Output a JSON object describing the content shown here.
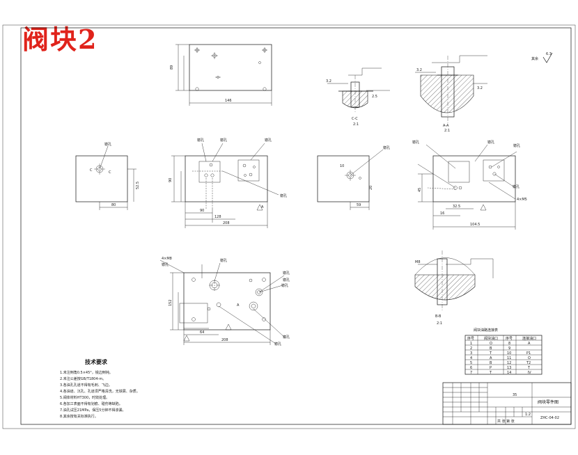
{
  "drawing": {
    "stamp_title": "阀块2",
    "roughness_note": "其余",
    "roughness_value": "6.3",
    "section_labels": {
      "c": "C-C",
      "c_scale": "2:1",
      "a": "A-A",
      "a_scale": "2:1",
      "b": "B-B",
      "b_scale": "2:1"
    },
    "dimensions": {
      "top_width": "146",
      "top_height": "89",
      "front_width": "208",
      "front_depth": "128",
      "front_sub": "90",
      "left_width": "80",
      "left_height": "52.5",
      "mid_width": "59",
      "right_width": "104.5",
      "bottom_width": "208",
      "bottom_sub": "64",
      "bottom_height": "152"
    },
    "tech_requirements": {
      "title": "技术要求",
      "items": [
        "1.未注倒角0.5×45°，锐边倒钝。",
        "2.未注公差按GB/T1804-m。",
        "3.各油孔孔道不得有毛刺、飞边。",
        "4.各油道、沉孔、孔道须严格清洗，无铁屑、杂质。",
        "5.阀体材料HT300，时效处理。",
        "6.各加工表面不得有划痕、碰伤等缺陷。",
        "7.油孔试压21MPa，保压5分钟不得渗漏。",
        "8.其余按有关标准执行。"
      ]
    },
    "port_table": {
      "title": "阀块油路连接表",
      "headers": [
        "序号",
        "阀块油口",
        "序号",
        "连接油口"
      ],
      "rows": [
        [
          "1",
          "O",
          "8",
          "A"
        ],
        [
          "2",
          "B",
          "9",
          ""
        ],
        [
          "3",
          "T",
          "10",
          "P1"
        ],
        [
          "4",
          "A",
          "11",
          "O"
        ],
        [
          "5",
          "B",
          "12",
          "T2"
        ],
        [
          "6",
          "P",
          "13",
          "T"
        ],
        [
          "7",
          "T",
          "14",
          "Ⅳ"
        ]
      ]
    },
    "title_block": {
      "material": "35",
      "part_name": "阀块零件图",
      "drawing_no": "ZHC-04-02",
      "scale": "1:2",
      "sheet": "共 张 第 张"
    }
  }
}
